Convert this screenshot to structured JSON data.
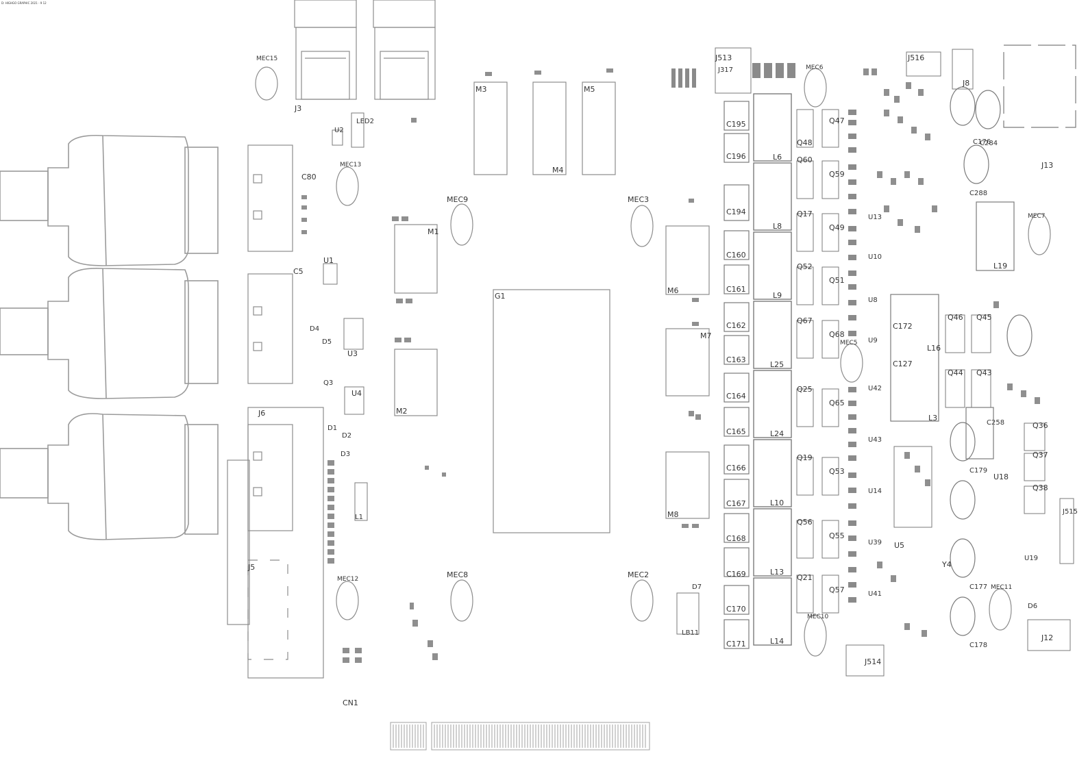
{
  "header_note": "D: HIGHGO GRAPHIC 2021 - 9 12",
  "connectors": {
    "cn1": "CN1",
    "j3": "J3",
    "j5": "J5",
    "j6": "J6",
    "j8": "J8",
    "j12": "J12",
    "j13": "J13",
    "j317": "J317",
    "j513": "J513",
    "j514": "J514",
    "j515": "J515",
    "j516": "J516"
  },
  "mounting_holes": {
    "mec2": "MEC2",
    "mec3": "MEC3",
    "mec5": "MEC5",
    "mec6": "MEC6",
    "mec7": "MEC7",
    "mec8": "MEC8",
    "mec9": "MEC9",
    "mec10": "MEC10",
    "mec11": "MEC11",
    "mec12": "MEC12",
    "mec13": "MEC13",
    "mec15": "MEC15"
  },
  "chips": {
    "g1": "G1",
    "m1": "M1",
    "m2": "M2",
    "m3": "M3",
    "m4": "M4",
    "m5": "M5",
    "m6": "M6",
    "m7": "M7",
    "m8": "M8",
    "u1": "U1",
    "u2": "U2",
    "u3": "U3",
    "u4": "U4",
    "u5": "U5",
    "u8": "U8",
    "u9": "U9",
    "u10": "U10",
    "u13": "U13",
    "u14": "U14",
    "u18": "U18",
    "u19": "U19",
    "u39": "U39",
    "u41": "U41",
    "u42": "U42",
    "u43": "U43"
  },
  "inductors": {
    "l1": "L1",
    "l3": "L3",
    "l6": "L6",
    "l8": "L8",
    "l9": "L9",
    "l10": "L10",
    "l13": "L13",
    "l14": "L14",
    "l16": "L16",
    "l19": "L19",
    "l24": "L24",
    "l25": "L25"
  },
  "capacitors": {
    "c5": "C5",
    "c80": "C80",
    "c127": "C127",
    "c160": "C160",
    "c161": "C161",
    "c162": "C162",
    "c163": "C163",
    "c164": "C164",
    "c165": "C165",
    "c166": "C166",
    "c167": "C167",
    "c168": "C168",
    "c169": "C169",
    "c170": "C170",
    "c171": "C171",
    "c172": "C172",
    "c176": "C176",
    "c177": "C177",
    "c178": "C178",
    "c179": "C179",
    "c194": "C194",
    "c195": "C195",
    "c196": "C196",
    "c258": "C258",
    "c284": "C284",
    "c288": "C288"
  },
  "transistors": {
    "q3": "Q3",
    "q17": "Q17",
    "q19": "Q19",
    "q21": "Q21",
    "q25": "Q25",
    "q36": "Q36",
    "q37": "Q37",
    "q38": "Q38",
    "q43": "Q43",
    "q44": "Q44",
    "q45": "Q45",
    "q46": "Q46",
    "q47": "Q47",
    "q48": "Q48",
    "q49": "Q49",
    "q51": "Q51",
    "q52": "Q52",
    "q53": "Q53",
    "q55": "Q55",
    "q56": "Q56",
    "q57": "Q57",
    "q59": "Q59",
    "q60": "Q60",
    "q65": "Q65",
    "q67": "Q67",
    "q68": "Q68"
  },
  "diodes": {
    "d1": "D1",
    "d2": "D2",
    "d3": "D3",
    "d4": "D4",
    "d5": "D5",
    "d6": "D6",
    "d7": "D7"
  },
  "misc": {
    "led2": "LED2",
    "y4": "Y4",
    "lb11": "LB11"
  }
}
